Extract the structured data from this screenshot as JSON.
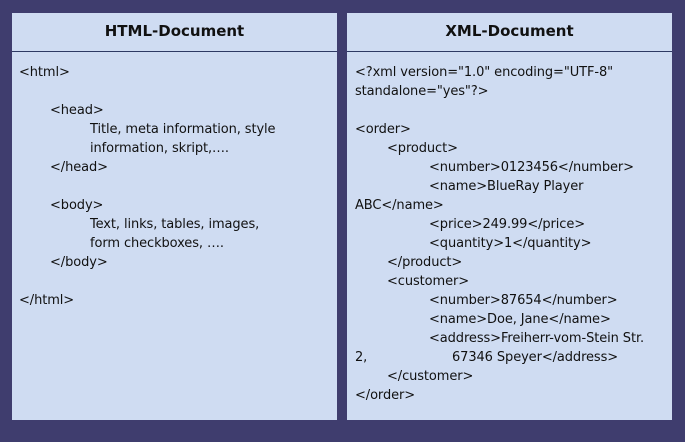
{
  "html_doc": {
    "title": "HTML-Document",
    "lines": [
      "<html>",
      "",
      "<head>",
      "Title, meta information, style",
      "information, skript,….",
      "</head>",
      "",
      "<body>",
      "Text, links, tables, images,",
      "form checkboxes, ….",
      "</body>",
      "",
      "</html>"
    ]
  },
  "xml_doc": {
    "title": "XML-Document",
    "lines": [
      "<?xml version=\"1.0\" encoding=\"UTF-8\"",
      "standalone=\"yes\"?>",
      "",
      "<order>",
      "<product>",
      "<number>0123456</number>",
      "<name>BlueRay Player",
      "ABC</name>",
      "<price>249.99</price>",
      "<quantity>1</quantity>",
      "</product>",
      "<customer>",
      "<number>87654</number>",
      "<name>Doe, Jane</name>",
      "<address>Freiherr-vom-Stein Str.",
      "2,",
      "67346 Speyer</address>",
      "</customer>",
      "</order>"
    ]
  }
}
